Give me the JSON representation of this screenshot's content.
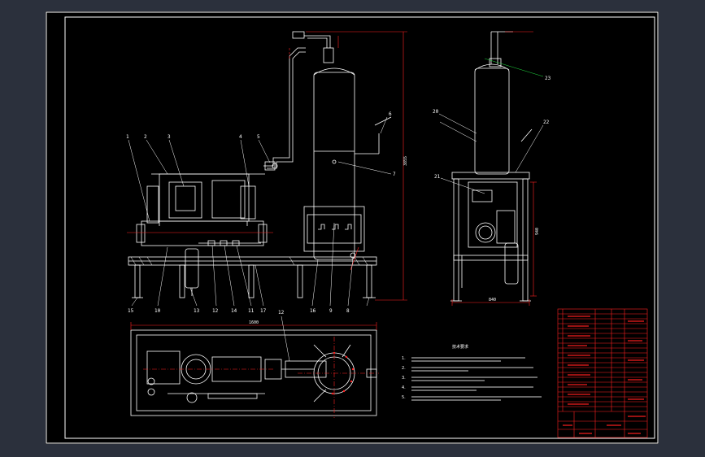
{
  "colors": {
    "background": "#2b303c",
    "sheet": "#000000",
    "line": "#ffffff",
    "dimension": "#ff2020",
    "leader": "#20e040",
    "title_block": "#ff2020"
  },
  "views": {
    "front": {
      "part_labels": [
        "1",
        "2",
        "3",
        "4",
        "5",
        "6",
        "7"
      ]
    },
    "front_bottom_labels": [
      "15",
      "10",
      "13",
      "12",
      "14",
      "11",
      "17",
      "16",
      "9",
      "8"
    ],
    "side": {
      "part_labels": [
        "20",
        "22",
        "23",
        "21"
      ]
    },
    "plan": {
      "part_labels": [
        "12"
      ]
    }
  },
  "notes": {
    "heading": "技术要求",
    "items": [
      "1.",
      "2.",
      "3.",
      "4.",
      "5."
    ]
  }
}
